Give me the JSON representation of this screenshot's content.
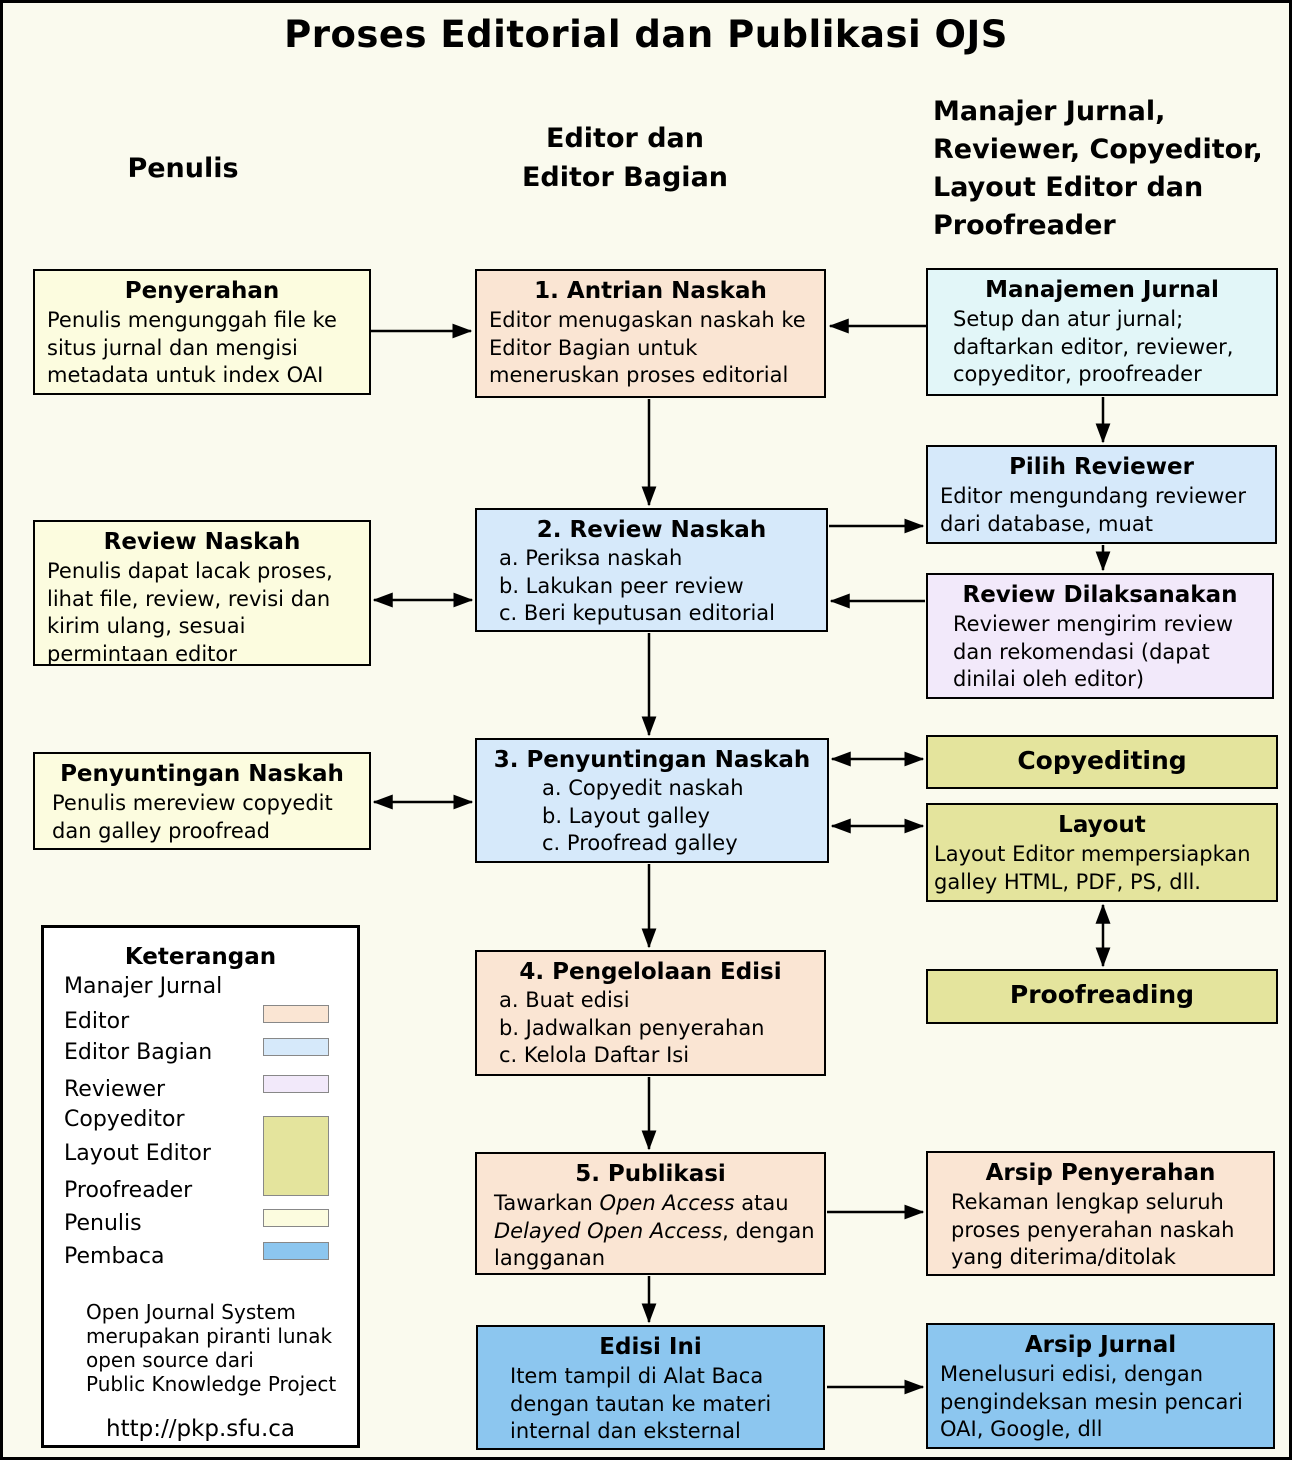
{
  "title": "Proses Editorial dan Publikasi OJS",
  "columns": {
    "penulis": "Penulis",
    "editor": "Editor dan\nEditor Bagian",
    "others": "Manajer Jurnal,\nReviewer, Copyeditor,\nLayout Editor dan\nProofreader"
  },
  "boxes": {
    "penyerahan": {
      "title": "Penyerahan",
      "body": "Penulis mengunggah file ke situs jurnal dan mengisi metadata untuk index OAI"
    },
    "antrian": {
      "title": "1. Antrian Naskah",
      "body": "Editor menugaskan naskah ke Editor Bagian untuk meneruskan proses editorial"
    },
    "manajemen": {
      "title": "Manajemen Jurnal",
      "body": "Setup dan atur jurnal; daftarkan editor, reviewer, copyeditor, proofreader"
    },
    "review_left": {
      "title": "Review Naskah",
      "body": "Penulis dapat lacak proses, lihat file, review, revisi dan kirim ulang, sesuai permintaan editor"
    },
    "review": {
      "title": "2. Review Naskah",
      "items": [
        "a. Periksa naskah",
        "b. Lakukan peer review",
        "c. Beri keputusan editorial"
      ]
    },
    "pilih_reviewer": {
      "title": "Pilih Reviewer",
      "body": "Editor mengundang reviewer dari database, muat"
    },
    "review_dilaksanakan": {
      "title": "Review Dilaksanakan",
      "body": "Reviewer mengirim review dan rekomendasi (dapat dinilai oleh editor)"
    },
    "penyuntingan_left": {
      "title": "Penyuntingan Naskah",
      "body": "Penulis mereview copyedit dan galley proofread"
    },
    "penyuntingan": {
      "title": "3. Penyuntingan Naskah",
      "items": [
        "a. Copyedit naskah",
        "b. Layout galley",
        "c. Proofread galley"
      ]
    },
    "copyediting": {
      "title": "Copyediting"
    },
    "layout": {
      "title": "Layout",
      "body": "Layout Editor mempersiapkan galley HTML, PDF, PS, dll."
    },
    "proofreading": {
      "title": "Proofreading"
    },
    "pengelolaan": {
      "title": "4. Pengelolaan Edisi",
      "items": [
        "a. Buat edisi",
        "b. Jadwalkan penyerahan",
        "c. Kelola Daftar Isi"
      ]
    },
    "publikasi": {
      "title": "5. Publikasi",
      "b1": "Tawarkan ",
      "i1": "Open Access",
      "b2": " atau ",
      "i2": "Delayed Open Access",
      "b3": ", dengan langganan"
    },
    "arsip_penyerahan": {
      "title": "Arsip Penyerahan",
      "body": "Rekaman lengkap seluruh proses penyerahan naskah yang diterima/ditolak"
    },
    "edisi_ini": {
      "title": "Edisi Ini",
      "body": "Item tampil di Alat Baca dengan tautan ke materi internal dan eksternal"
    },
    "arsip_jurnal": {
      "title": "Arsip Jurnal",
      "body": "Menelusuri edisi, dengan pengindeksan mesin pencari OAI, Google, dll"
    }
  },
  "legend": {
    "title": "Keterangan",
    "items": [
      {
        "label": "Manajer Jurnal",
        "swatch": null
      },
      {
        "label": "Editor",
        "swatch": "#FAE5D3"
      },
      {
        "label": "Editor Bagian",
        "swatch": "#D6E9FA"
      },
      {
        "label": "Reviewer",
        "swatch": "#F2E9FA"
      },
      {
        "label": "Copyeditor",
        "swatch": "#E4E49D"
      },
      {
        "label": "Layout Editor",
        "swatch": "#E4E49D"
      },
      {
        "label": "Proofreader",
        "swatch": "#E4E49D"
      },
      {
        "label": "Penulis",
        "swatch": "#FCFCDF"
      },
      {
        "label": "Pembaca",
        "swatch": "#8CC6EF"
      }
    ],
    "note": "Open Journal System\nmerupakan piranti lunak\nopen source dari\nPublic Knowledge Project",
    "url": "http://pkp.sfu.ca"
  },
  "colors": {
    "background": "#FAFAEE",
    "author_box": "#FCFCDF",
    "editor_box": "#FAE5D3",
    "section_editor_box": "#D6E9FA",
    "journal_manager_box": "#E2F6F8",
    "reviewer_box": "#F2E9FA",
    "copyeditor_layout_proofreader_box": "#E4E49D",
    "reader_box": "#8CC6EF",
    "line": "#000000"
  }
}
